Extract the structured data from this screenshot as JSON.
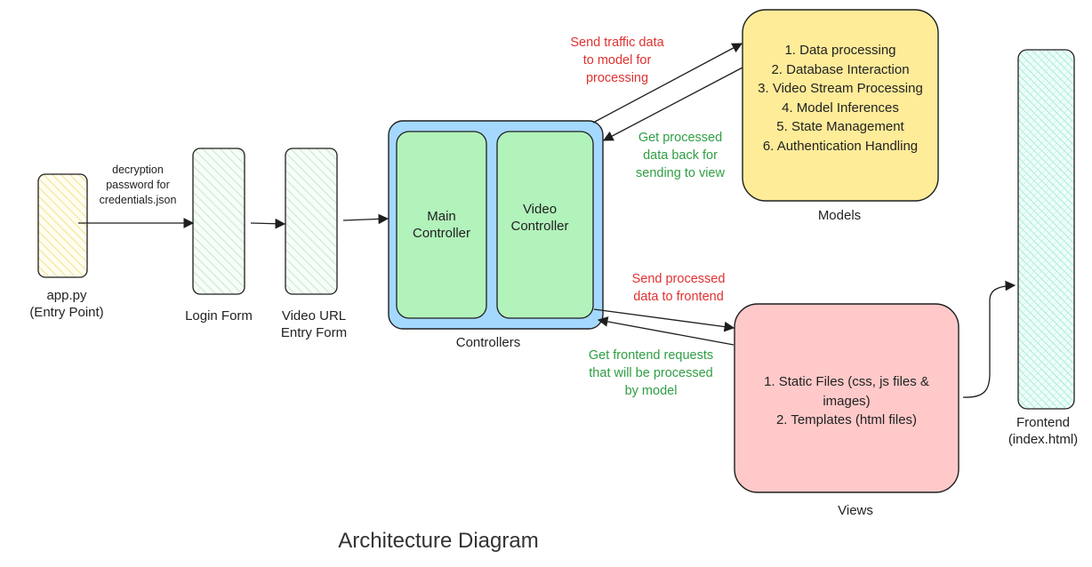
{
  "title": "Architecture Diagram",
  "colors": {
    "entry_fill": "#fff9db",
    "form_fill": "#ebfbee",
    "controllers_fill": "#a5d8ff",
    "controller_fill": "#b2f2bb",
    "models_fill": "#ffec99",
    "views_fill": "#ffc9c9",
    "frontend_fill": "#c3fae8",
    "red_text": "#e03131",
    "green_text": "#2f9e44"
  },
  "nodes": {
    "entry": {
      "label_lines": [
        "app.py",
        "(Entry Point)"
      ]
    },
    "login": {
      "label": "Login Form"
    },
    "video_url": {
      "label_lines": [
        "Video URL",
        "Entry Form"
      ]
    },
    "controllers": {
      "label": "Controllers",
      "main": {
        "label_lines": [
          "Main",
          "Controller"
        ]
      },
      "video": {
        "label_lines": [
          "Video",
          "Controller"
        ]
      }
    },
    "models": {
      "label": "Models",
      "items": [
        "1. Data processing",
        "2. Database Interaction",
        "3. Video Stream Processing",
        "4. Model Inferences",
        "5. State Management",
        "6. Authentication Handling"
      ]
    },
    "views": {
      "label": "Views",
      "items": [
        "1. Static Files (css, js files &",
        "images)",
        "2. Templates (html files)"
      ]
    },
    "frontend": {
      "label_lines": [
        "Frontend",
        "(index.html)"
      ]
    }
  },
  "edges": {
    "entry_to_login": {
      "label_lines": [
        "decryption",
        "password for",
        "credentials.json"
      ]
    },
    "to_models": {
      "label_lines": [
        "Send traffic data",
        "to model for",
        "processing"
      ]
    },
    "from_models": {
      "label_lines": [
        "Get processed",
        "data back for",
        "sending to view"
      ]
    },
    "to_views": {
      "label_lines": [
        "Send processed",
        "data to frontend"
      ]
    },
    "from_views": {
      "label_lines": [
        "Get frontend requests",
        "that will be processed",
        "by model"
      ]
    }
  }
}
